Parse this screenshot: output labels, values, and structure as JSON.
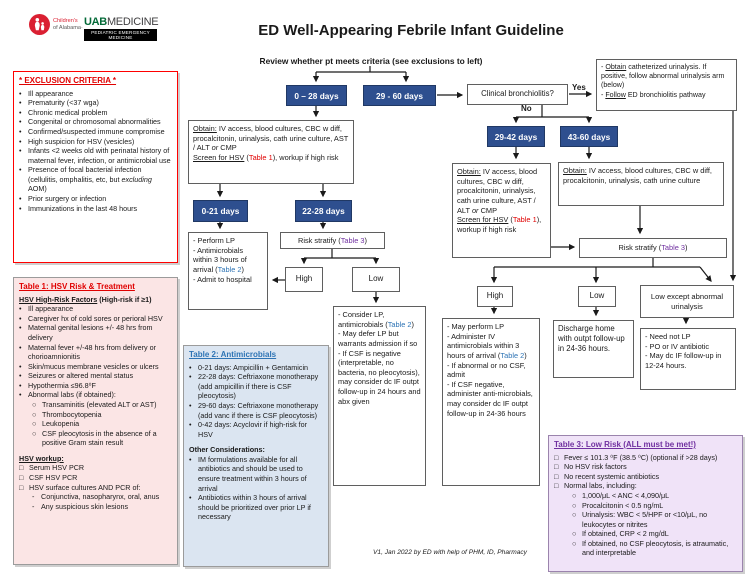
{
  "colors": {
    "navy": "#2e4f8f",
    "red": "#e00000",
    "blue": "#2e74b5",
    "purple": "#7030a0",
    "pink_bg": "#fbe5e5",
    "blue_bg": "#dbe5f1",
    "purple_bg": "#f0e3f8",
    "coa_red": "#da2032",
    "uab_green": "#046a38"
  },
  "glyphs": {
    "bullet": "•",
    "circle": "○",
    "checkbox": "□",
    "dash": "-"
  },
  "header": {
    "childrens_line1": "Children's",
    "childrens_line2": "of Alabama·",
    "uab": "UAB",
    "medicine": "MEDICINE",
    "uab_sub": "PEDIATRIC EMERGENCY MEDICINE",
    "title": "ED Well-Appearing Febrile Infant Guideline"
  },
  "flow": {
    "review": "Review whether pt meets criteria (see exclusions to left)",
    "n_0_28": "0 – 28 days",
    "n_29_60": "29 - 60 days",
    "bronchiolitis": "Clinical bronchiolitis?",
    "yes": "Yes",
    "no": "No",
    "yes_box": {
      "l1_pre": "- ",
      "l1_u": "Obtain",
      "l1_rest": " catheterized urinalysis. If positive, follow abnormal urinalysis arm (below)",
      "l2_pre": "- ",
      "l2_u": "Follow",
      "l2_rest": " ED bronchiolitis pathway"
    },
    "n_29_42": "29-42 days",
    "n_43_60": "43-60 days",
    "n_0_21": "0-21 days",
    "n_22_28": "22-28 days",
    "a1": {
      "obtain": "Obtain:",
      "text1": " IV access, blood cultures, CBC w diff, procalcitonin, urinalysis, cath urine culture, AST / ALT ",
      "or": "or",
      "text2": " CMP",
      "screen": "Screen for HSV",
      "mid": " (",
      "ref": "Table 1",
      "tail": "), workup if high risk"
    },
    "b_box": {
      "obtain": "Obtain:",
      "text": " IV access, blood cultures, CBC w diff, procalcitonin, urinalysis, cath urine culture"
    },
    "perform_lp": {
      "l1": "- Perform LP",
      "l2a": "- Antimicrobials within 3 hours of arrival (",
      "ref": "Table 2",
      "l2b": ")",
      "l3": "- Admit to hospital"
    },
    "risk_stratify": {
      "pre": "Risk stratify (",
      "ref": "Table 3",
      "post": ")"
    },
    "high": "High",
    "low": "Low",
    "low_except": "Low except abnormal urinalysis",
    "consider_lp": {
      "l1a": "- Consider LP, antimicrobials (",
      "ref": "Table 2",
      "l1b": ")",
      "l2": "- May defer LP but warrants admission if so",
      "l3": "- If CSF is negative (interpretable, no bacteria, no pleocytosis), may consider dc IF outpt follow-up in 24 hours and abx given"
    },
    "high_result": {
      "l1": "- May perform LP",
      "l2a": "- Administer IV antimicrobials within 3 hours of arrival (",
      "ref": "Table 2",
      "l2b": ")",
      "l3": "- If abnormal or no CSF, admit",
      "l4": "- If CSF negative, administer anti-microbials, may consider dc IF outpt follow-up in 24-36 hours"
    },
    "low_result": "Discharge home with outpt follow-up in 24-36 hours.",
    "lowex_result": {
      "l1": "- Need not LP",
      "l2": "- PO or IV antibiotic",
      "l3": "- May dc IF follow-up in 12-24 hours."
    }
  },
  "exclusion": {
    "title": "* EXCLUSION CRITERIA *",
    "items": [
      "Ill appearance",
      "Prematurity (<37 wga)",
      "Chronic medical problem",
      "Congenital or chromosomal abnormalities",
      "Confirmed/suspected immune compromise",
      "High suspicion for HSV (vesicles)",
      "Infants <2 weeks old with perinatal history of maternal fever, infection, or antimicrobial use"
    ],
    "item_focal_pre": "Presence of focal bacterial infection (cellulitis, omphalitis, etc, but ",
    "item_focal_it": "excluding",
    "item_focal_post": " AOM)",
    "items2": [
      "Prior surgery or infection",
      "Immunizations in the last 48 hours"
    ]
  },
  "table1": {
    "title": "Table 1: HSV Risk & Treatment",
    "sub_u": "HSV High-Risk Factors",
    "sub_b": " (High-risk if ≥1)",
    "items": [
      "Ill appearance",
      "Caregiver hx of cold sores or perioral HSV",
      "Maternal genital lesions +/- 48 hrs from delivery",
      "Maternal fever +/-48 hrs from delivery or chorioamnionitis",
      "Skin/mucus membrane vesicles or ulcers",
      "Seizures or altered mental status",
      "Hypothermia ≤96.8⁰F",
      "Abnormal labs (if obtained):"
    ],
    "sub_items": [
      "Transaminitis (elevated ALT or AST)",
      "Thrombocytopenia",
      "Leukopenia",
      "CSF pleocytosis in the absence of a positive Gram stain result"
    ],
    "workup_title": "HSV workup:",
    "workup_items": [
      "Serum HSV PCR",
      "CSF HSV PCR",
      "HSV surface cultures AND PCR of:"
    ],
    "workup_sub": [
      "Conjunctiva, nasopharynx, oral, anus",
      "Any suspicious skin lesions"
    ]
  },
  "table2": {
    "title": "Table 2: Antimicrobials",
    "items": [
      "0-21 days: Ampicillin + Gentamicin",
      "22-28 days: Ceftriaxone monotherapy (add ampicillin if there is CSF pleocytosis)",
      "29-60 days: Ceftriaxone monotherapy (add vanc if there is CSF pleocytosis)",
      "0-42 days: Acyclovir if high-risk for HSV"
    ],
    "other_title": "Other Considerations:",
    "other_items": [
      "IM formulations available for all antibiotics and should be used to ensure treatment within 3 hours of arrival",
      "Antibiotics within 3 hours of arrival should be prioritized over prior LP if necessary"
    ]
  },
  "table3": {
    "title": "Table 3: Low Risk (ALL must be met!)",
    "items": [
      "Fever ≤ 101.3 ⁰F (38.5 ⁰C) (optional if >28 days)",
      "No HSV risk factors",
      "No recent systemic antibiotics",
      "Normal labs, including:"
    ],
    "sub_items": [
      "1,000/μL < ANC < 4,090/μL",
      "Procalcitonin < 0.5 ng/mL",
      "Urinalysis: WBC < 5/HPF or <10/μL, no leukocytes or nitrites",
      "If obtained, CRP < 2 mg/dL",
      "If obtained, no CSF pleocytosis, is atraumatic, and interpretable"
    ]
  },
  "footer": "V1, Jan 2022 by ED with help of PHM, ID, Pharmacy"
}
